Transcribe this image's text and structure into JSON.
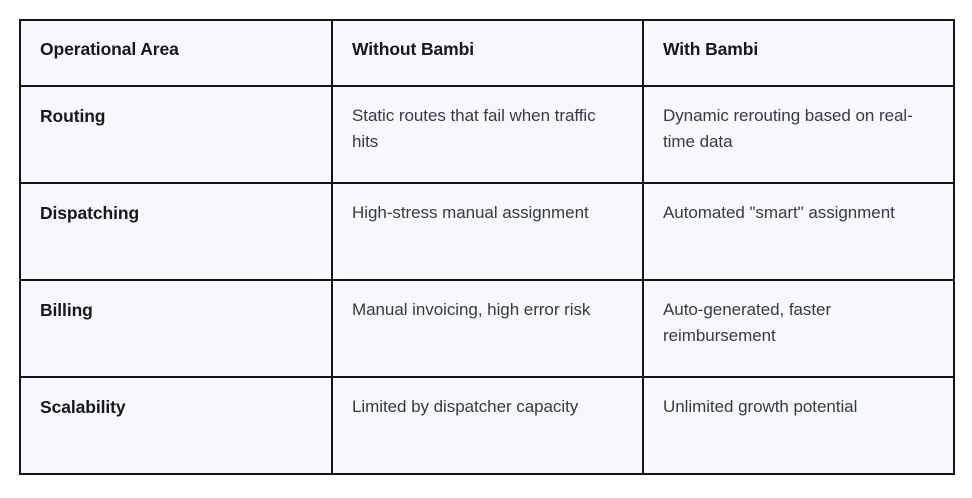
{
  "table": {
    "headers": [
      "Operational Area",
      "Without Bambi",
      "With Bambi"
    ],
    "rows": [
      {
        "area": "Routing",
        "without": "Static routes that fail when traffic hits",
        "with": "Dynamic rerouting based on real-time data"
      },
      {
        "area": "Dispatching",
        "without": "High-stress manual assignment",
        "with": "Automated \"smart\" assignment"
      },
      {
        "area": "Billing",
        "without": "Manual invoicing, high error risk",
        "with": "Auto-generated, faster reimbursement"
      },
      {
        "area": "Scalability",
        "without": "Limited by dispatcher capacity",
        "with": "Unlimited growth potential"
      }
    ]
  },
  "style": {
    "page_background": "#ffffff",
    "cell_background": "#f7f8fc",
    "border_color": "#12141a",
    "heading_text_color": "#15181e",
    "body_text_color": "#353a45"
  }
}
